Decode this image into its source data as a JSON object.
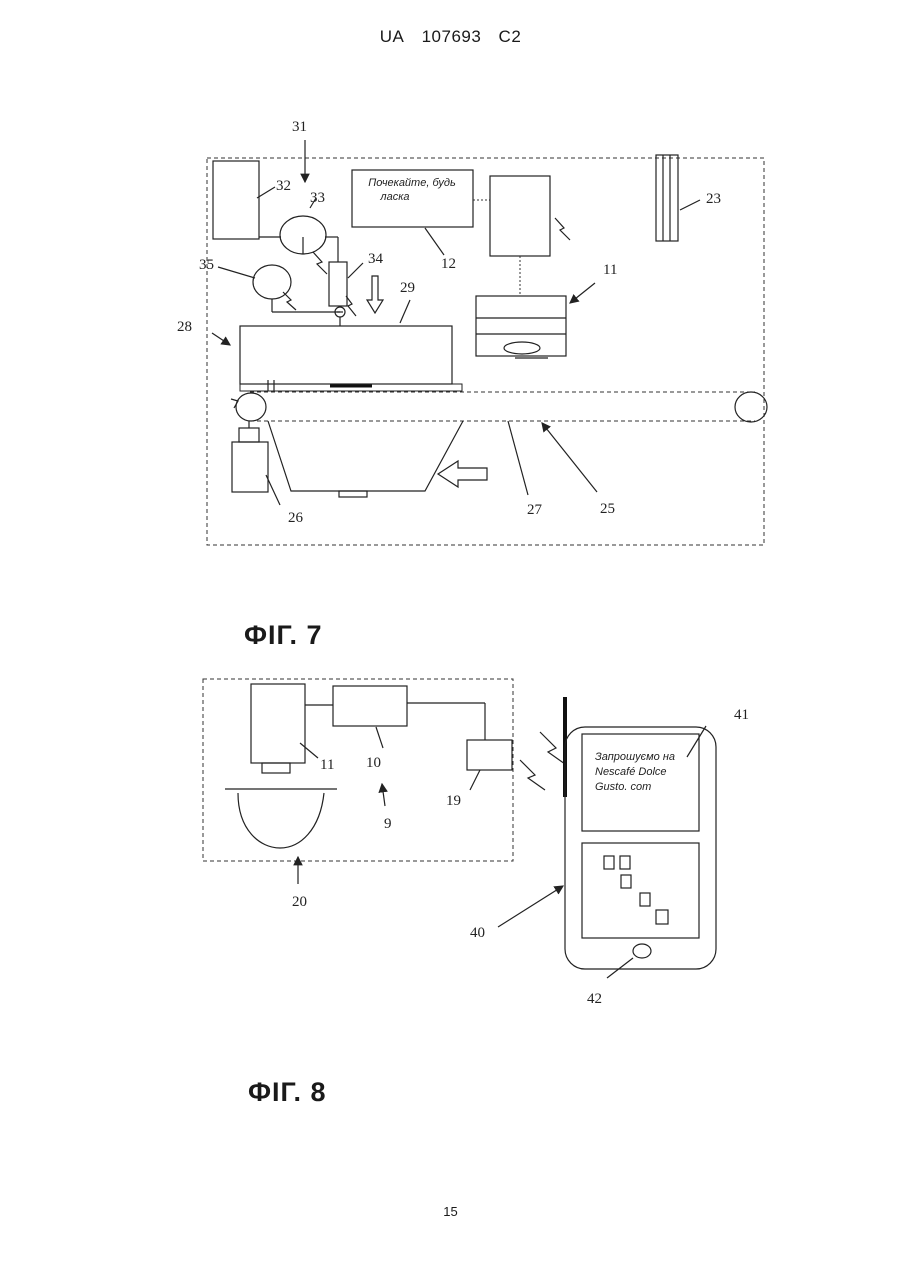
{
  "header": {
    "office": "UA",
    "number": "107693",
    "kind": "C2"
  },
  "page_number": "15",
  "fig7": {
    "caption": "ФІГ. 7",
    "display_text_line1": "Почекайте, будь",
    "display_text_line2": "ласка",
    "refs": {
      "r31": "31",
      "r32": "32",
      "r33": "33",
      "r34": "34",
      "r35": "35",
      "r12": "12",
      "r23": "23",
      "r11": "11",
      "r29": "29",
      "r28": "28",
      "r26": "26",
      "r27": "27",
      "r25": "25"
    }
  },
  "fig8": {
    "caption": "ФІГ. 8",
    "phone_text_line1": "Запрошуємо на",
    "phone_text_line2": "Nescafé Dolce",
    "phone_text_line3": "Gusto. com",
    "refs": {
      "r11": "11",
      "r10": "10",
      "r9": "9",
      "r19": "19",
      "r20": "20",
      "r41": "41",
      "r40": "40",
      "r42": "42"
    }
  }
}
